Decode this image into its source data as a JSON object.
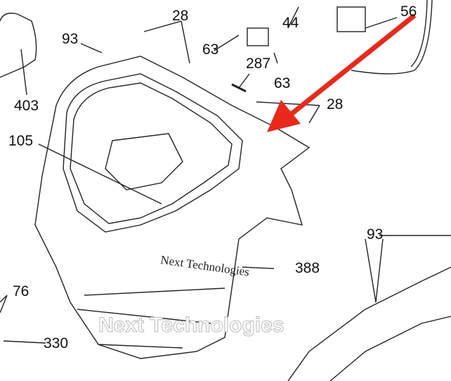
{
  "diagram": {
    "part_labels": [
      "28",
      "93",
      "403",
      "105",
      "63",
      "63",
      "287",
      "44",
      "56",
      "28",
      "93",
      "76",
      "330",
      "388"
    ],
    "watermark": "Next Technologies",
    "colors": {
      "arrow": "#e8291c",
      "line": "#222222"
    }
  }
}
